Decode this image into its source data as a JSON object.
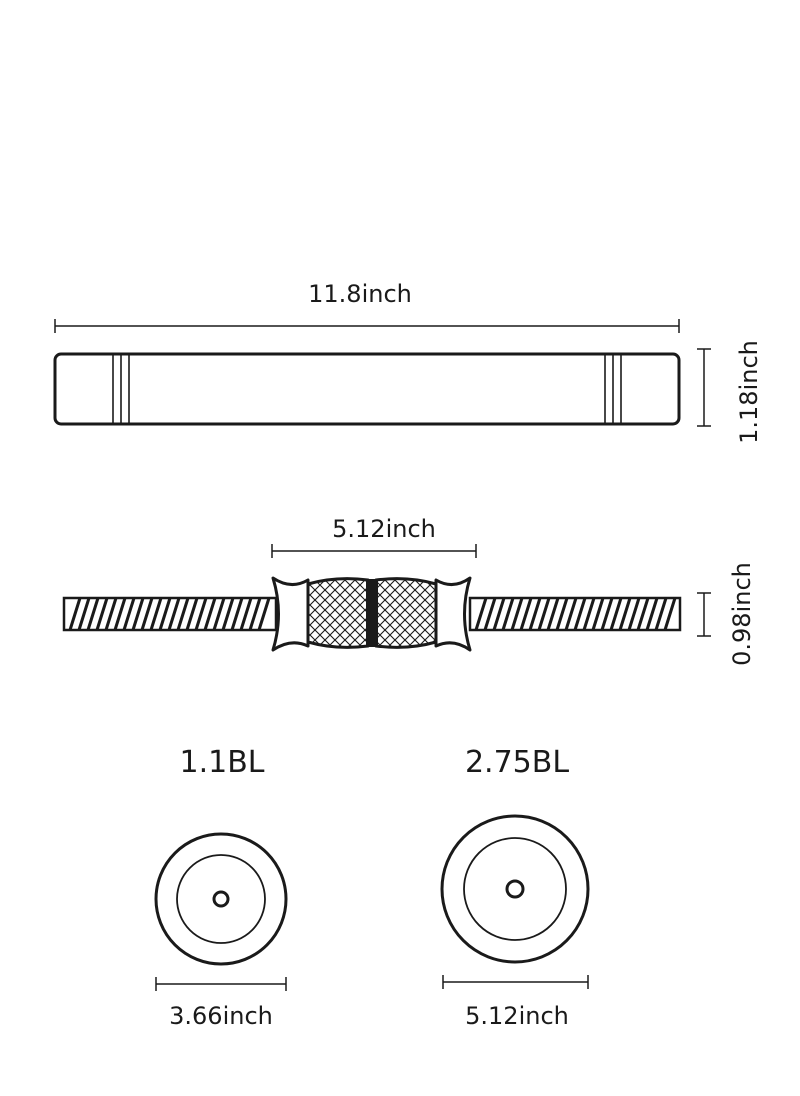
{
  "dimensions": {
    "handle_length": "11.8inch",
    "handle_height": "1.18inch",
    "grip_length": "5.12inch",
    "bar_diameter": "0.98inch",
    "small_plate_diameter": "3.66inch",
    "large_plate_diameter": "5.12inch"
  },
  "weights": {
    "small_plate": "1.1BL",
    "large_plate": "2.75BL"
  },
  "colors": {
    "stroke": "#1a1a1a",
    "background": "#ffffff"
  }
}
